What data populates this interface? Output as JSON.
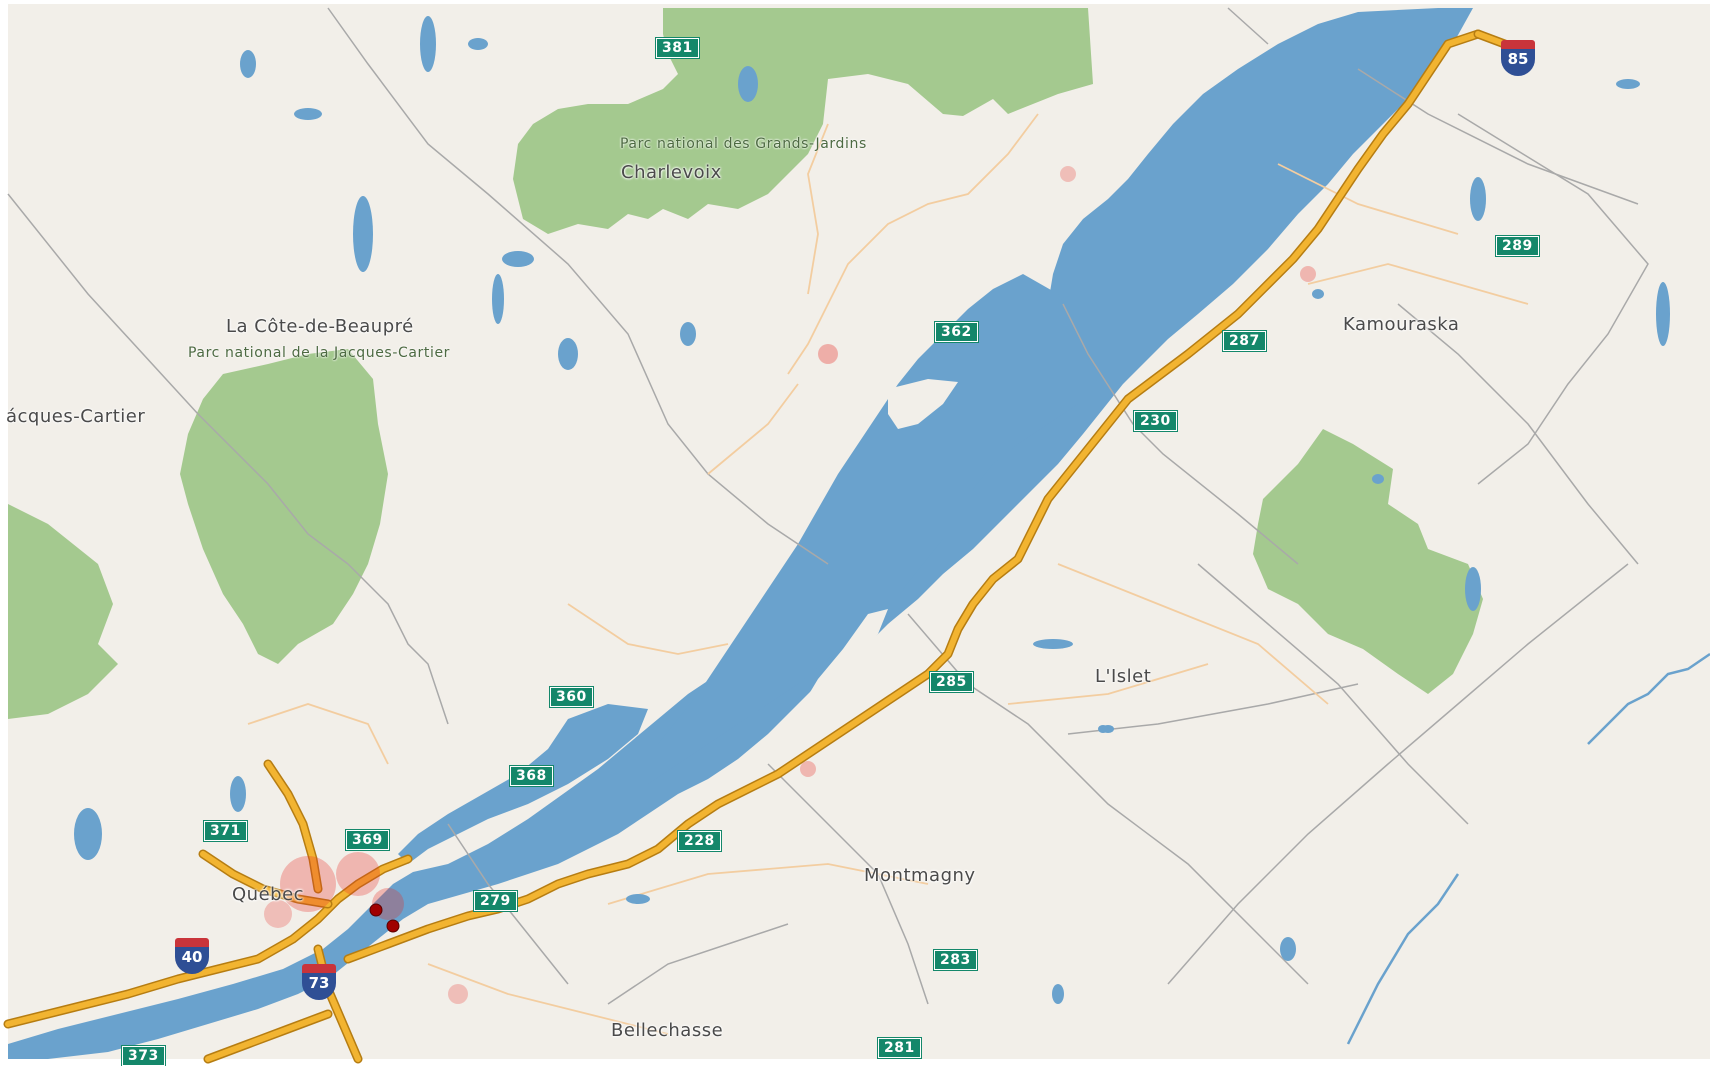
{
  "map": {
    "colors": {
      "land": "#f2efe9",
      "water": "#6aa2cd",
      "park": "#a4c98f",
      "highway": "#e3a42a",
      "boundary": "#a9a9a9",
      "minor_road": "#f3cda0",
      "route_shield": "#14876a",
      "interstate_red": "#c9343a",
      "interstate_blue": "#2f4f95",
      "population_dots": "#e8322a"
    },
    "places": [
      {
        "id": "charlevoix",
        "label": "Charlevoix"
      },
      {
        "id": "cote-de-beaupre",
        "label": "La Côte-de-Beaupré"
      },
      {
        "id": "jacques-cartier",
        "label": "ácques-Cartier"
      },
      {
        "id": "kamouraska",
        "label": "Kamouraska"
      },
      {
        "id": "lislet",
        "label": "L'Islet"
      },
      {
        "id": "montmagny",
        "label": "Montmagny"
      },
      {
        "id": "bellechasse",
        "label": "Bellechasse"
      },
      {
        "id": "quebec",
        "label": "Québec"
      }
    ],
    "parks": [
      {
        "id": "grands-jardins",
        "label": "Parc national des Grands-Jardins"
      },
      {
        "id": "jacques-cartier-park",
        "label": "Parc national de la Jacques-Cartier"
      }
    ],
    "route_shields": [
      {
        "id": "r381",
        "label": "381"
      },
      {
        "id": "r362",
        "label": "362"
      },
      {
        "id": "r289",
        "label": "289"
      },
      {
        "id": "r287",
        "label": "287"
      },
      {
        "id": "r230",
        "label": "230"
      },
      {
        "id": "r285",
        "label": "285"
      },
      {
        "id": "r360",
        "label": "360"
      },
      {
        "id": "r368",
        "label": "368"
      },
      {
        "id": "r371",
        "label": "371"
      },
      {
        "id": "r369",
        "label": "369"
      },
      {
        "id": "r228",
        "label": "228"
      },
      {
        "id": "r279",
        "label": "279"
      },
      {
        "id": "r283",
        "label": "283"
      },
      {
        "id": "r281",
        "label": "281"
      },
      {
        "id": "r373",
        "label": "373"
      }
    ],
    "interstate_shields": [
      {
        "id": "a85",
        "label": "85"
      },
      {
        "id": "a40",
        "label": "40"
      },
      {
        "id": "a73",
        "label": "73"
      }
    ]
  }
}
